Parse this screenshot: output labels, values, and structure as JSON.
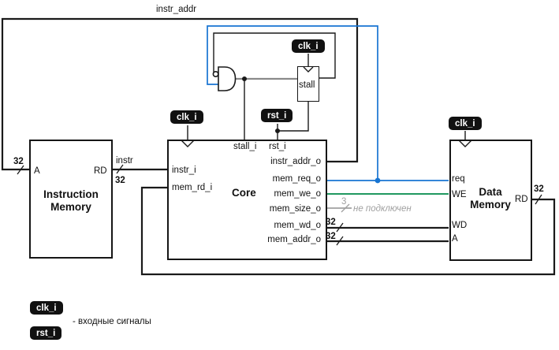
{
  "diagram": {
    "top_label": "instr_addr",
    "instr_label": "instr",
    "not_connected_label": "не подключен",
    "stall_label": "stall",
    "badge_clk": "clk_i",
    "badge_rst": "rst_i",
    "legend_text": "- входные сигналы",
    "bus32": "32",
    "bus3": "3",
    "blocks": {
      "instruction_memory": {
        "title": "Instruction Memory",
        "port_a": "A",
        "port_rd": "RD"
      },
      "core": {
        "title": "Core",
        "port_stall_i": "stall_i",
        "port_rst_i": "rst_i",
        "port_instr_i": "instr_i",
        "port_mem_rd_i": "mem_rd_i",
        "port_instr_addr_o": "instr_addr_o",
        "port_mem_req_o": "mem_req_o",
        "port_mem_we_o": "mem_we_o",
        "port_mem_size_o": "mem_size_o",
        "port_mem_wd_o": "mem_wd_o",
        "port_mem_addr_o": "mem_addr_o"
      },
      "data_memory": {
        "title": "Data Memory",
        "port_req": "req",
        "port_we": "WE",
        "port_wd": "WD",
        "port_a": "A",
        "port_rd": "RD"
      }
    },
    "colors": {
      "wire_blue": "#1774d2",
      "wire_green": "#00894a",
      "wire_gray": "#a0a0a0",
      "gate_wire_gray": "#8a8a8a",
      "badge_bg": "#111111"
    }
  }
}
